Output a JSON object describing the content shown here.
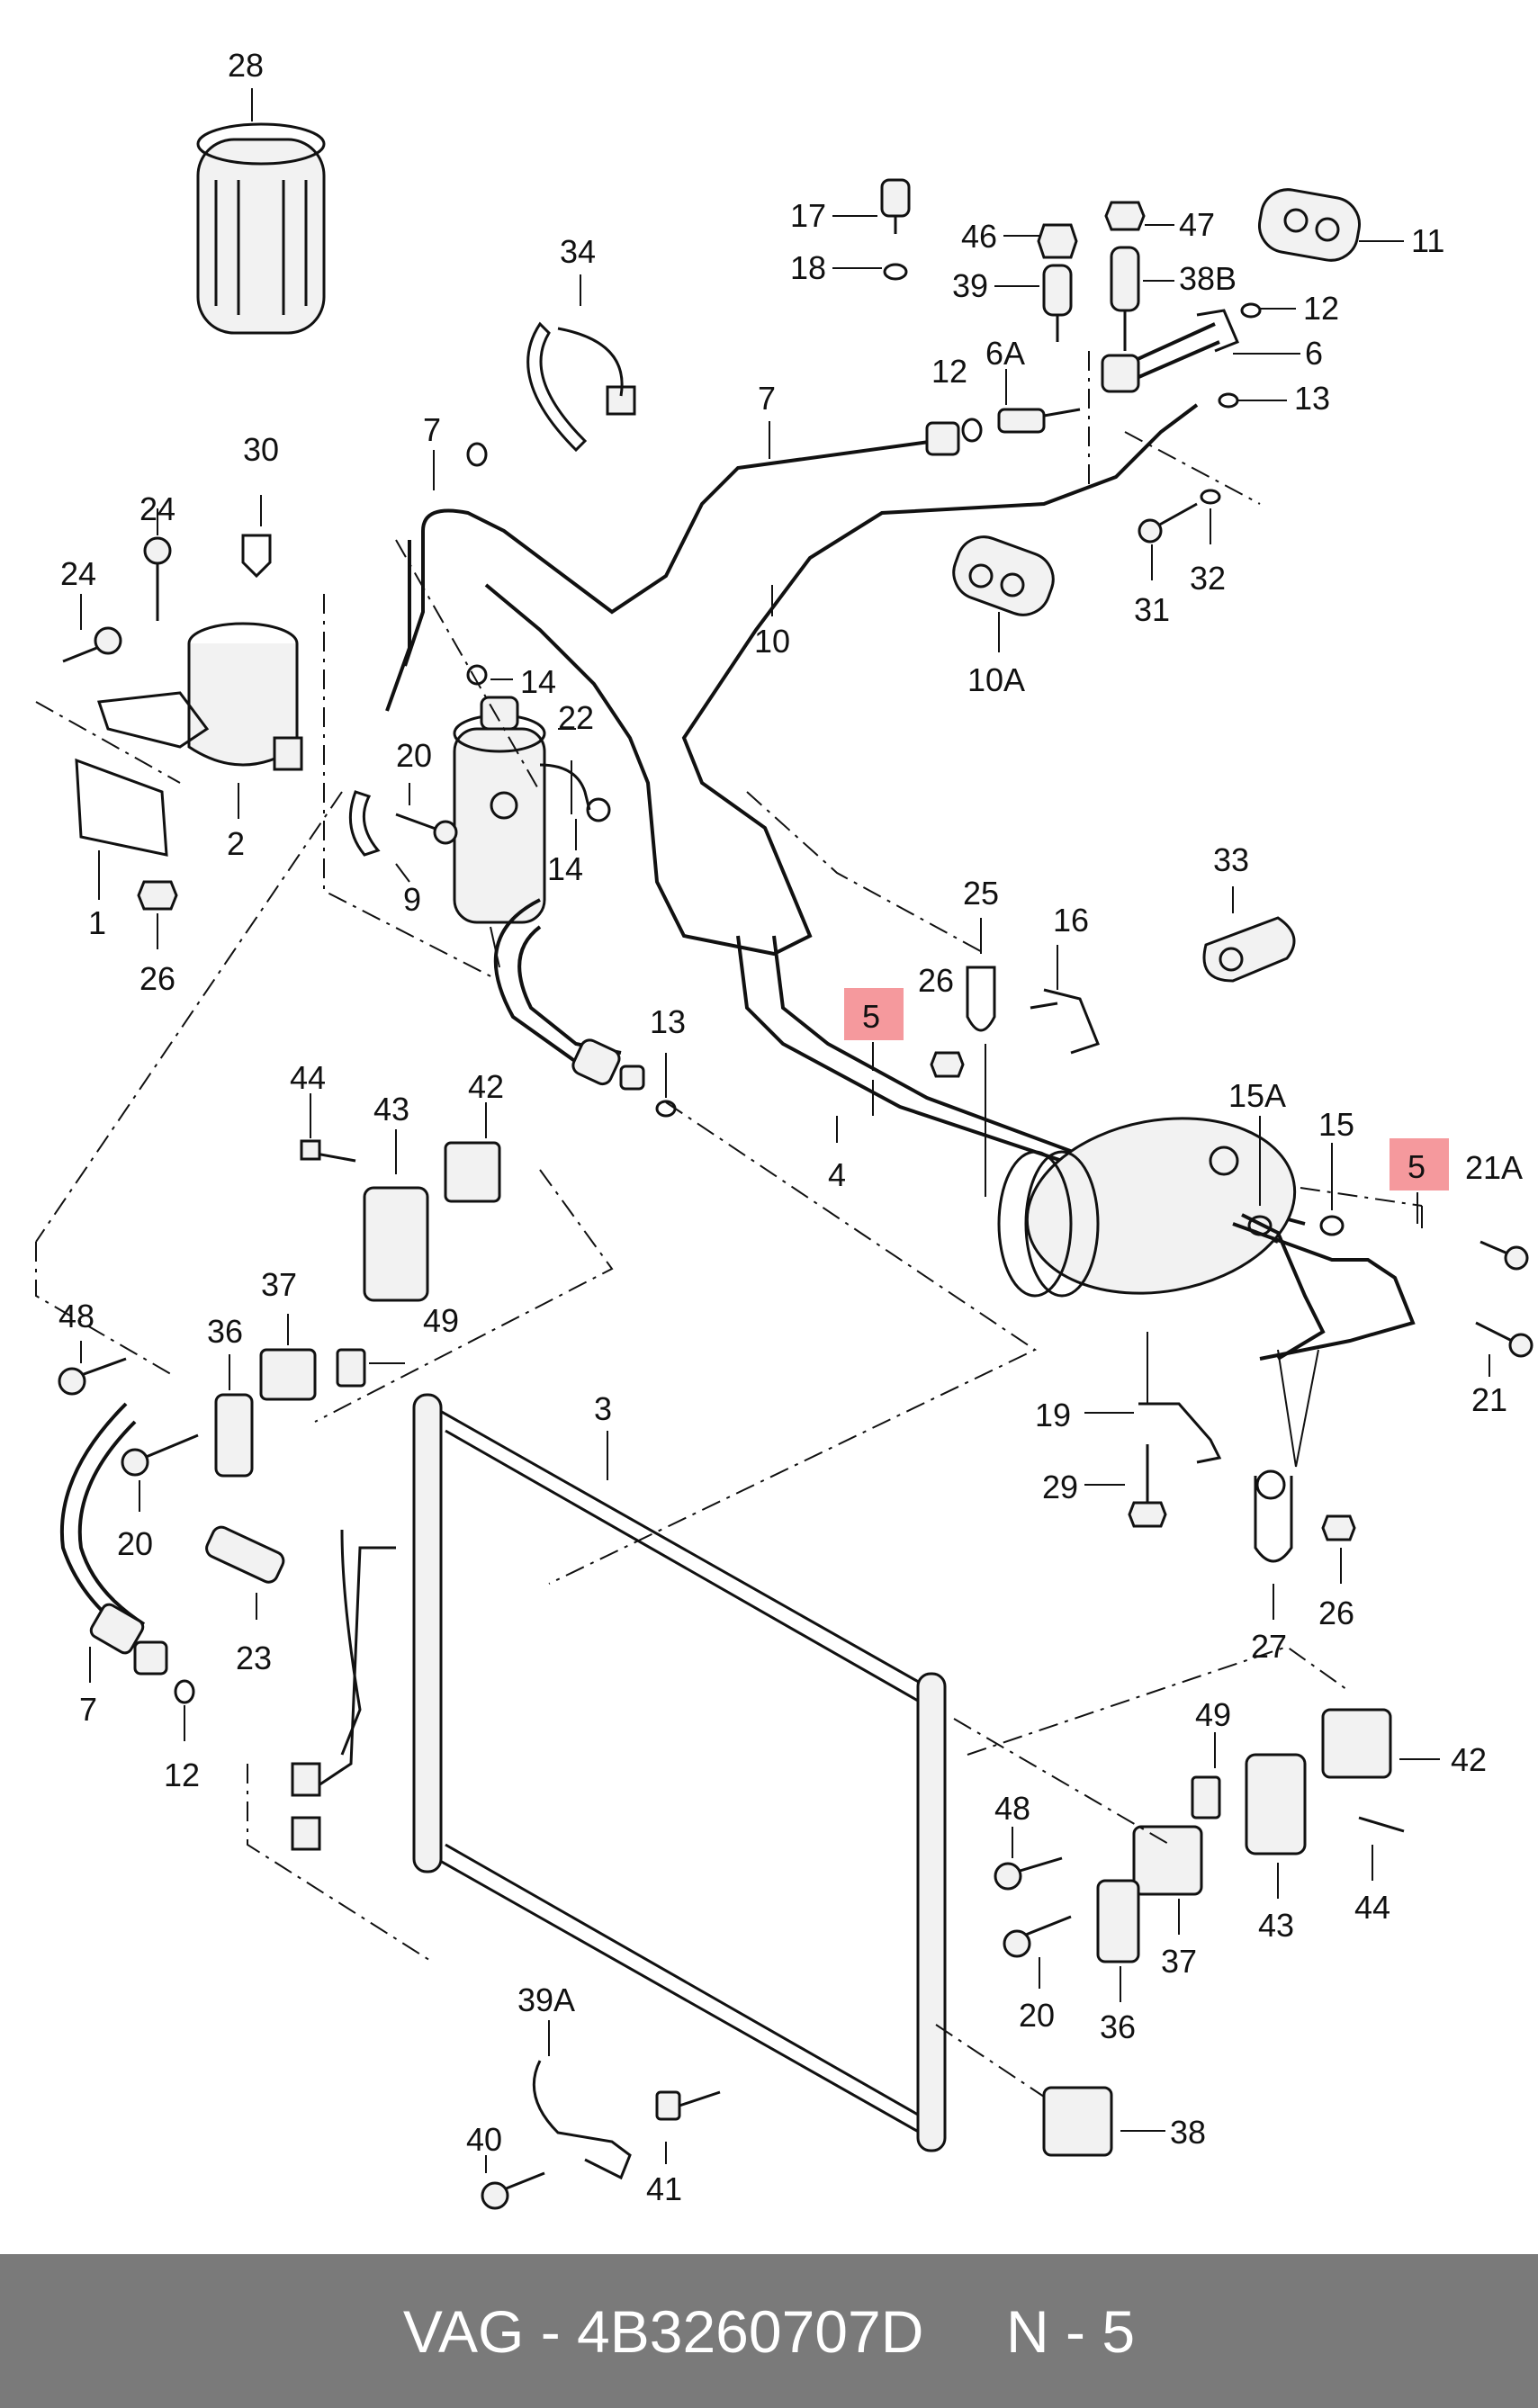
{
  "footer": {
    "caption": "VAG - 4B3260707D     N - 5"
  },
  "highlight_color": "#f3878c",
  "part_labels": {
    "p1": "1",
    "p2": "2",
    "p3": "3",
    "p4": "4",
    "p5a": "5",
    "p5b": "5",
    "p6": "6",
    "p6a": "6A",
    "p7a": "7",
    "p7b": "7",
    "p7c": "7",
    "p9": "9",
    "p10": "10",
    "p10a": "10A",
    "p11": "11",
    "p12a": "12",
    "p12b": "12",
    "p12c": "12",
    "p13a": "13",
    "p13b": "13",
    "p14a": "14",
    "p14b": "14",
    "p15": "15",
    "p15a": "15A",
    "p16": "16",
    "p17": "17",
    "p18": "18",
    "p19": "19",
    "p20a": "20",
    "p20b": "20",
    "p20c": "20",
    "p21": "21",
    "p21a": "21A",
    "p22": "22",
    "p23": "23",
    "p24a": "24",
    "p24b": "24",
    "p25": "25",
    "p26a": "26",
    "p26b": "26",
    "p26c": "26",
    "p27": "27",
    "p28": "28",
    "p29": "29",
    "p30": "30",
    "p31": "31",
    "p32": "32",
    "p33": "33",
    "p34": "34",
    "p36a": "36",
    "p36b": "36",
    "p37a": "37",
    "p37b": "37",
    "p38": "38",
    "p38b": "38B",
    "p39": "39",
    "p39a": "39A",
    "p40": "40",
    "p41": "41",
    "p42a": "42",
    "p42b": "42",
    "p43a": "43",
    "p43b": "43",
    "p44a": "44",
    "p44b": "44",
    "p46": "46",
    "p47": "47",
    "p48a": "48",
    "p48b": "48",
    "p49a": "49",
    "p49b": "49"
  }
}
